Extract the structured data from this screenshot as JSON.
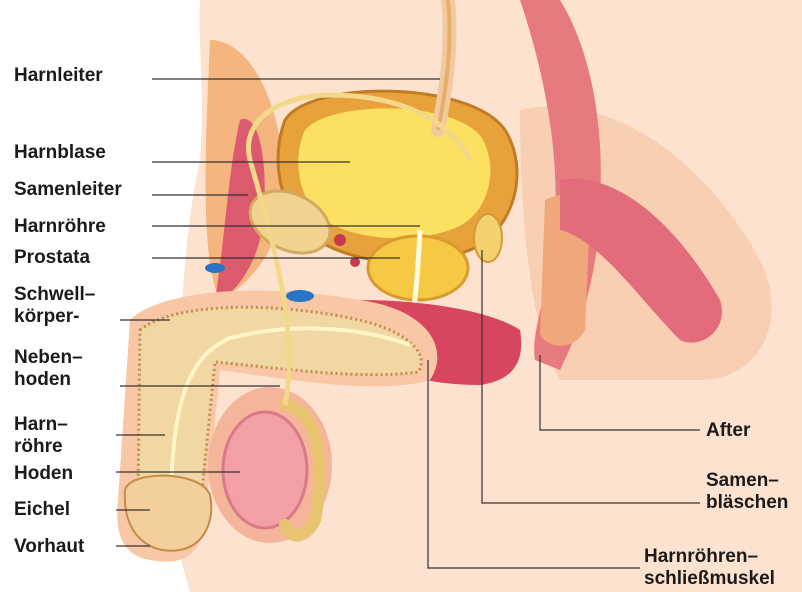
{
  "labels_left": [
    {
      "id": "harnleiter",
      "lines": [
        "Harnleiter"
      ]
    },
    {
      "id": "harnblase",
      "lines": [
        "Harnblase"
      ]
    },
    {
      "id": "samenleiter",
      "lines": [
        "Samenleiter"
      ]
    },
    {
      "id": "harnroehre-top",
      "lines": [
        "Harnröhre"
      ]
    },
    {
      "id": "prostata",
      "lines": [
        "Prostata"
      ]
    },
    {
      "id": "schwellkoerper",
      "lines": [
        "Schwell–",
        "körper-"
      ]
    },
    {
      "id": "nebenhoden",
      "lines": [
        "Neben–",
        "hoden"
      ]
    },
    {
      "id": "harnroehre",
      "lines": [
        "Harn–",
        "röhre"
      ]
    },
    {
      "id": "hoden",
      "lines": [
        "Hoden"
      ]
    },
    {
      "id": "eichel",
      "lines": [
        "Eichel"
      ]
    },
    {
      "id": "vorhaut",
      "lines": [
        "Vorhaut"
      ]
    }
  ],
  "labels_right": [
    {
      "id": "after",
      "lines": [
        "After"
      ]
    },
    {
      "id": "samenblaeschen",
      "lines": [
        "Samen–",
        "bläschen"
      ]
    },
    {
      "id": "harnroehrenschliessmuskel",
      "lines": [
        "Harnröhren–",
        "schließmuskel"
      ]
    }
  ],
  "colors": {
    "skin": "#f8c7a6",
    "skin_light": "#fde3cf",
    "muscle": "#d84b66",
    "bladder_wall": "#e5a13a",
    "bladder_inner": "#fbe062",
    "spongy": "#f1d9a8",
    "vessel": "#2a74c4",
    "leader": "#333333"
  }
}
